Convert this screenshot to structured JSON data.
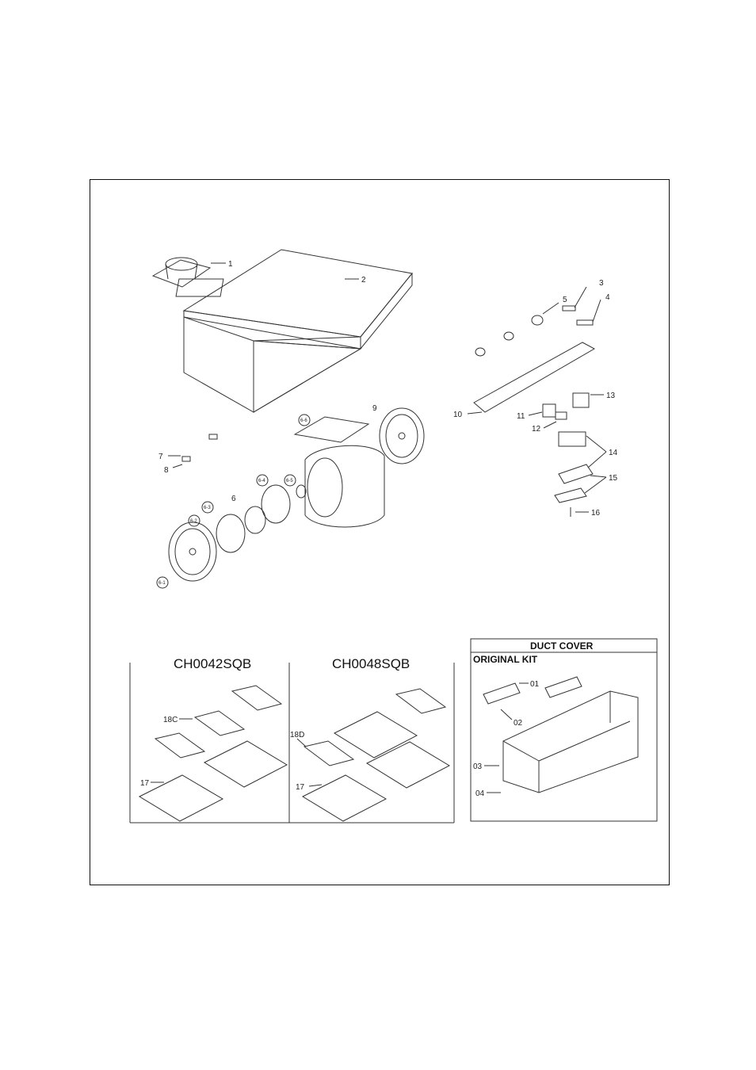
{
  "main_diagram": {
    "callouts": {
      "c1": "1",
      "c2": "2",
      "c3": "3",
      "c4": "4",
      "c5": "5",
      "c6": "6",
      "c7": "7",
      "c8": "8",
      "c9": "9",
      "c10": "10",
      "c11": "11",
      "c12": "12",
      "c13": "13",
      "c14": "14",
      "c15": "15",
      "c16": "16",
      "c6_1": "6-1",
      "c6_2": "6-2",
      "c6_3": "6-3",
      "c6_4": "6-4",
      "c6_5": "6-5",
      "c6_6": "6-6"
    }
  },
  "filters_left": {
    "title": "CH0042SQB",
    "label_18c": "18C",
    "label_17": "17"
  },
  "filters_right": {
    "title": "CH0048SQB",
    "label_18d": "18D",
    "label_17": "17"
  },
  "duct_cover": {
    "header": "DUCT COVER",
    "subheader": "ORIGINAL KIT",
    "label_01": "01",
    "label_02": "02",
    "label_03": "03",
    "label_04": "04"
  }
}
